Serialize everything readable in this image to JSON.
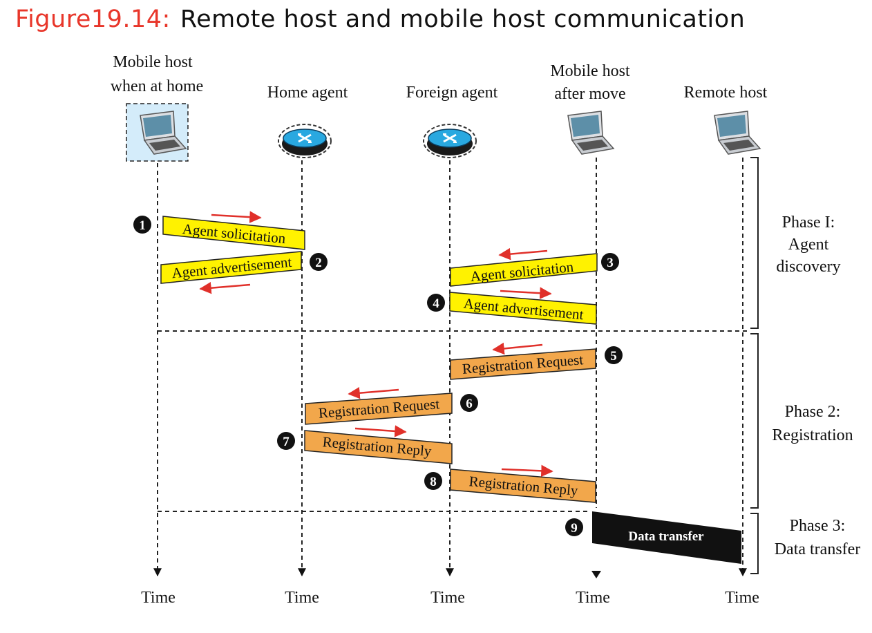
{
  "figure": {
    "number": "Figure19.14:",
    "title": "Remote host and mobile host communication"
  },
  "entities": [
    {
      "id": "mobile-home",
      "label_lines": [
        "Mobile host",
        "when at home"
      ],
      "icon": "laptop-icon",
      "time_label": "Time"
    },
    {
      "id": "home-agent",
      "label_lines": [
        "Home agent"
      ],
      "icon": "router-icon",
      "time_label": "Time"
    },
    {
      "id": "foreign-agent",
      "label_lines": [
        "Foreign agent"
      ],
      "icon": "router-icon",
      "time_label": "Time"
    },
    {
      "id": "mobile-moved",
      "label_lines": [
        "Mobile host",
        "after move"
      ],
      "icon": "laptop-icon",
      "time_label": "Time"
    },
    {
      "id": "remote-host",
      "label_lines": [
        "Remote host"
      ],
      "icon": "laptop-icon",
      "time_label": "Time"
    }
  ],
  "messages": [
    {
      "step": "1",
      "label": "Agent solicitation",
      "from": "mobile-home",
      "to": "home-agent",
      "phase": "1"
    },
    {
      "step": "2",
      "label": "Agent advertisement",
      "from": "home-agent",
      "to": "mobile-home",
      "phase": "1"
    },
    {
      "step": "3",
      "label": "Agent solicitation",
      "from": "mobile-moved",
      "to": "foreign-agent",
      "phase": "1"
    },
    {
      "step": "4",
      "label": "Agent advertisement",
      "from": "foreign-agent",
      "to": "mobile-moved",
      "phase": "1"
    },
    {
      "step": "5",
      "label": "Registration Request",
      "from": "mobile-moved",
      "to": "foreign-agent",
      "phase": "2"
    },
    {
      "step": "6",
      "label": "Registration Request",
      "from": "foreign-agent",
      "to": "home-agent",
      "phase": "2"
    },
    {
      "step": "7",
      "label": "Registration Reply",
      "from": "home-agent",
      "to": "foreign-agent",
      "phase": "2"
    },
    {
      "step": "8",
      "label": "Registration Reply",
      "from": "foreign-agent",
      "to": "mobile-moved",
      "phase": "2"
    },
    {
      "step": "9",
      "label": "Data transfer",
      "from": "mobile-moved",
      "to": "remote-host",
      "phase": "3"
    }
  ],
  "phases": [
    {
      "id": "1",
      "label_lines": [
        "Phase I:",
        "Agent",
        "discovery"
      ]
    },
    {
      "id": "2",
      "label_lines": [
        "Phase 2:",
        "Registration"
      ]
    },
    {
      "id": "3",
      "label_lines": [
        "Phase 3:",
        "Data transfer"
      ]
    }
  ],
  "colors": {
    "figure_number": "#e8362a",
    "discovery_message": "#fff200",
    "registration_message": "#f2a74b",
    "data_message": "#111111",
    "arrow": "#e0302a",
    "home_highlight": "#d4ecfa",
    "router_body": "#1ea0dc"
  }
}
